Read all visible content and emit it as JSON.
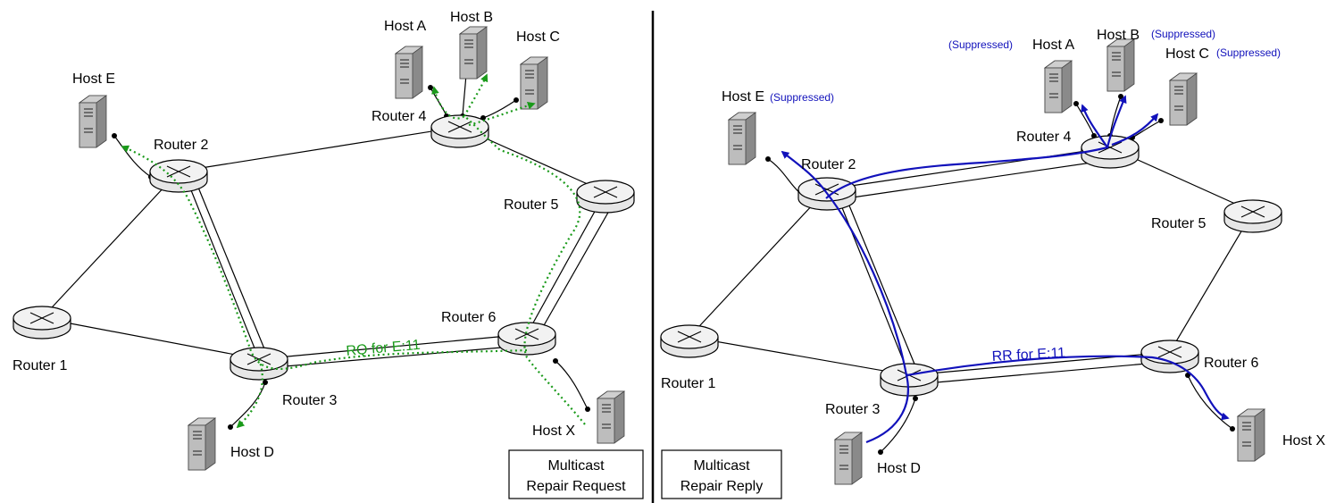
{
  "colors": {
    "request": "#1a9a1a",
    "reply": "#1111bb",
    "link": "#000000",
    "device_fill": "#e6e6e6"
  },
  "left_panel": {
    "routers": [
      "Router 1",
      "Router 2",
      "Router 3",
      "Router 4",
      "Router 5",
      "Router 6"
    ],
    "hosts": [
      "Host A",
      "Host B",
      "Host C",
      "Host D",
      "Host E",
      "Host X"
    ],
    "flow_label": "RQ for E:11",
    "box_lines": [
      "Multicast",
      "Repair Request"
    ]
  },
  "right_panel": {
    "routers": [
      "Router 1",
      "Router 2",
      "Router 3",
      "Router 4",
      "Router 5",
      "Router 6"
    ],
    "hosts": [
      "Host A",
      "Host B",
      "Host C",
      "Host D",
      "Host E",
      "Host X"
    ],
    "suppressed_label": "(Suppressed)",
    "flow_label": "RR for E:11",
    "box_lines": [
      "Multicast",
      "Repair Reply"
    ]
  },
  "icons": {
    "router": "router-icon",
    "host": "server-tower-icon"
  }
}
